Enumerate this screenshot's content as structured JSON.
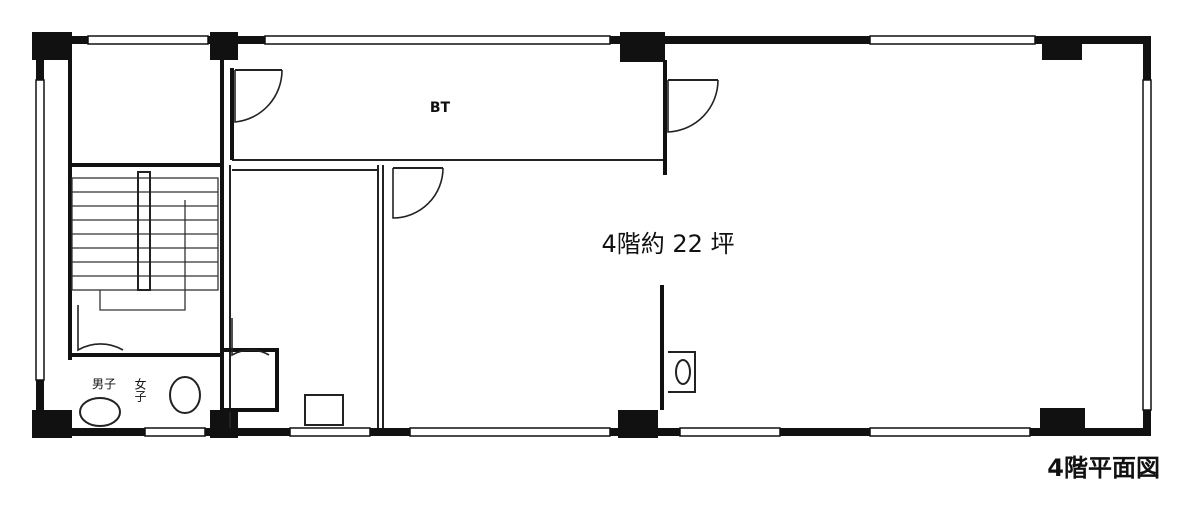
{
  "rooms": {
    "bathroom_label": "BT",
    "floor_area_label": "4階約 22 坪",
    "toilet_left_label": "男子",
    "toilet_right_label": "女子"
  },
  "caption": "4階平面図"
}
